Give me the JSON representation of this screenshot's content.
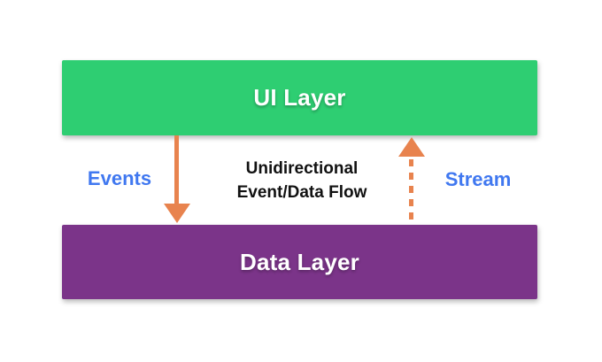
{
  "diagram": {
    "title": "Unidirectional Event/Data Flow diagram",
    "boxes": [
      {
        "id": "ui-layer",
        "label": "UI Layer"
      },
      {
        "id": "data-layer",
        "label": "Data Layer"
      }
    ],
    "arrows": [
      {
        "id": "events",
        "label": "Events",
        "direction": "down",
        "style": "solid",
        "from": "UI Layer",
        "to": "Data Layer"
      },
      {
        "id": "stream",
        "label": "Stream",
        "direction": "up",
        "style": "dashed",
        "from": "Data Layer",
        "to": "UI Layer"
      }
    ],
    "center_caption": {
      "line1": "Unidirectional",
      "line2": "Event/Data Flow"
    }
  },
  "colors": {
    "ui_layer_bg": "#2ece72",
    "data_layer_bg": "#7b3489",
    "arrow_orange": "#e8834e",
    "label_blue": "#4078f0",
    "caption_black": "#111111",
    "box_text": "#ffffff",
    "page_bg": "#ffffff"
  }
}
